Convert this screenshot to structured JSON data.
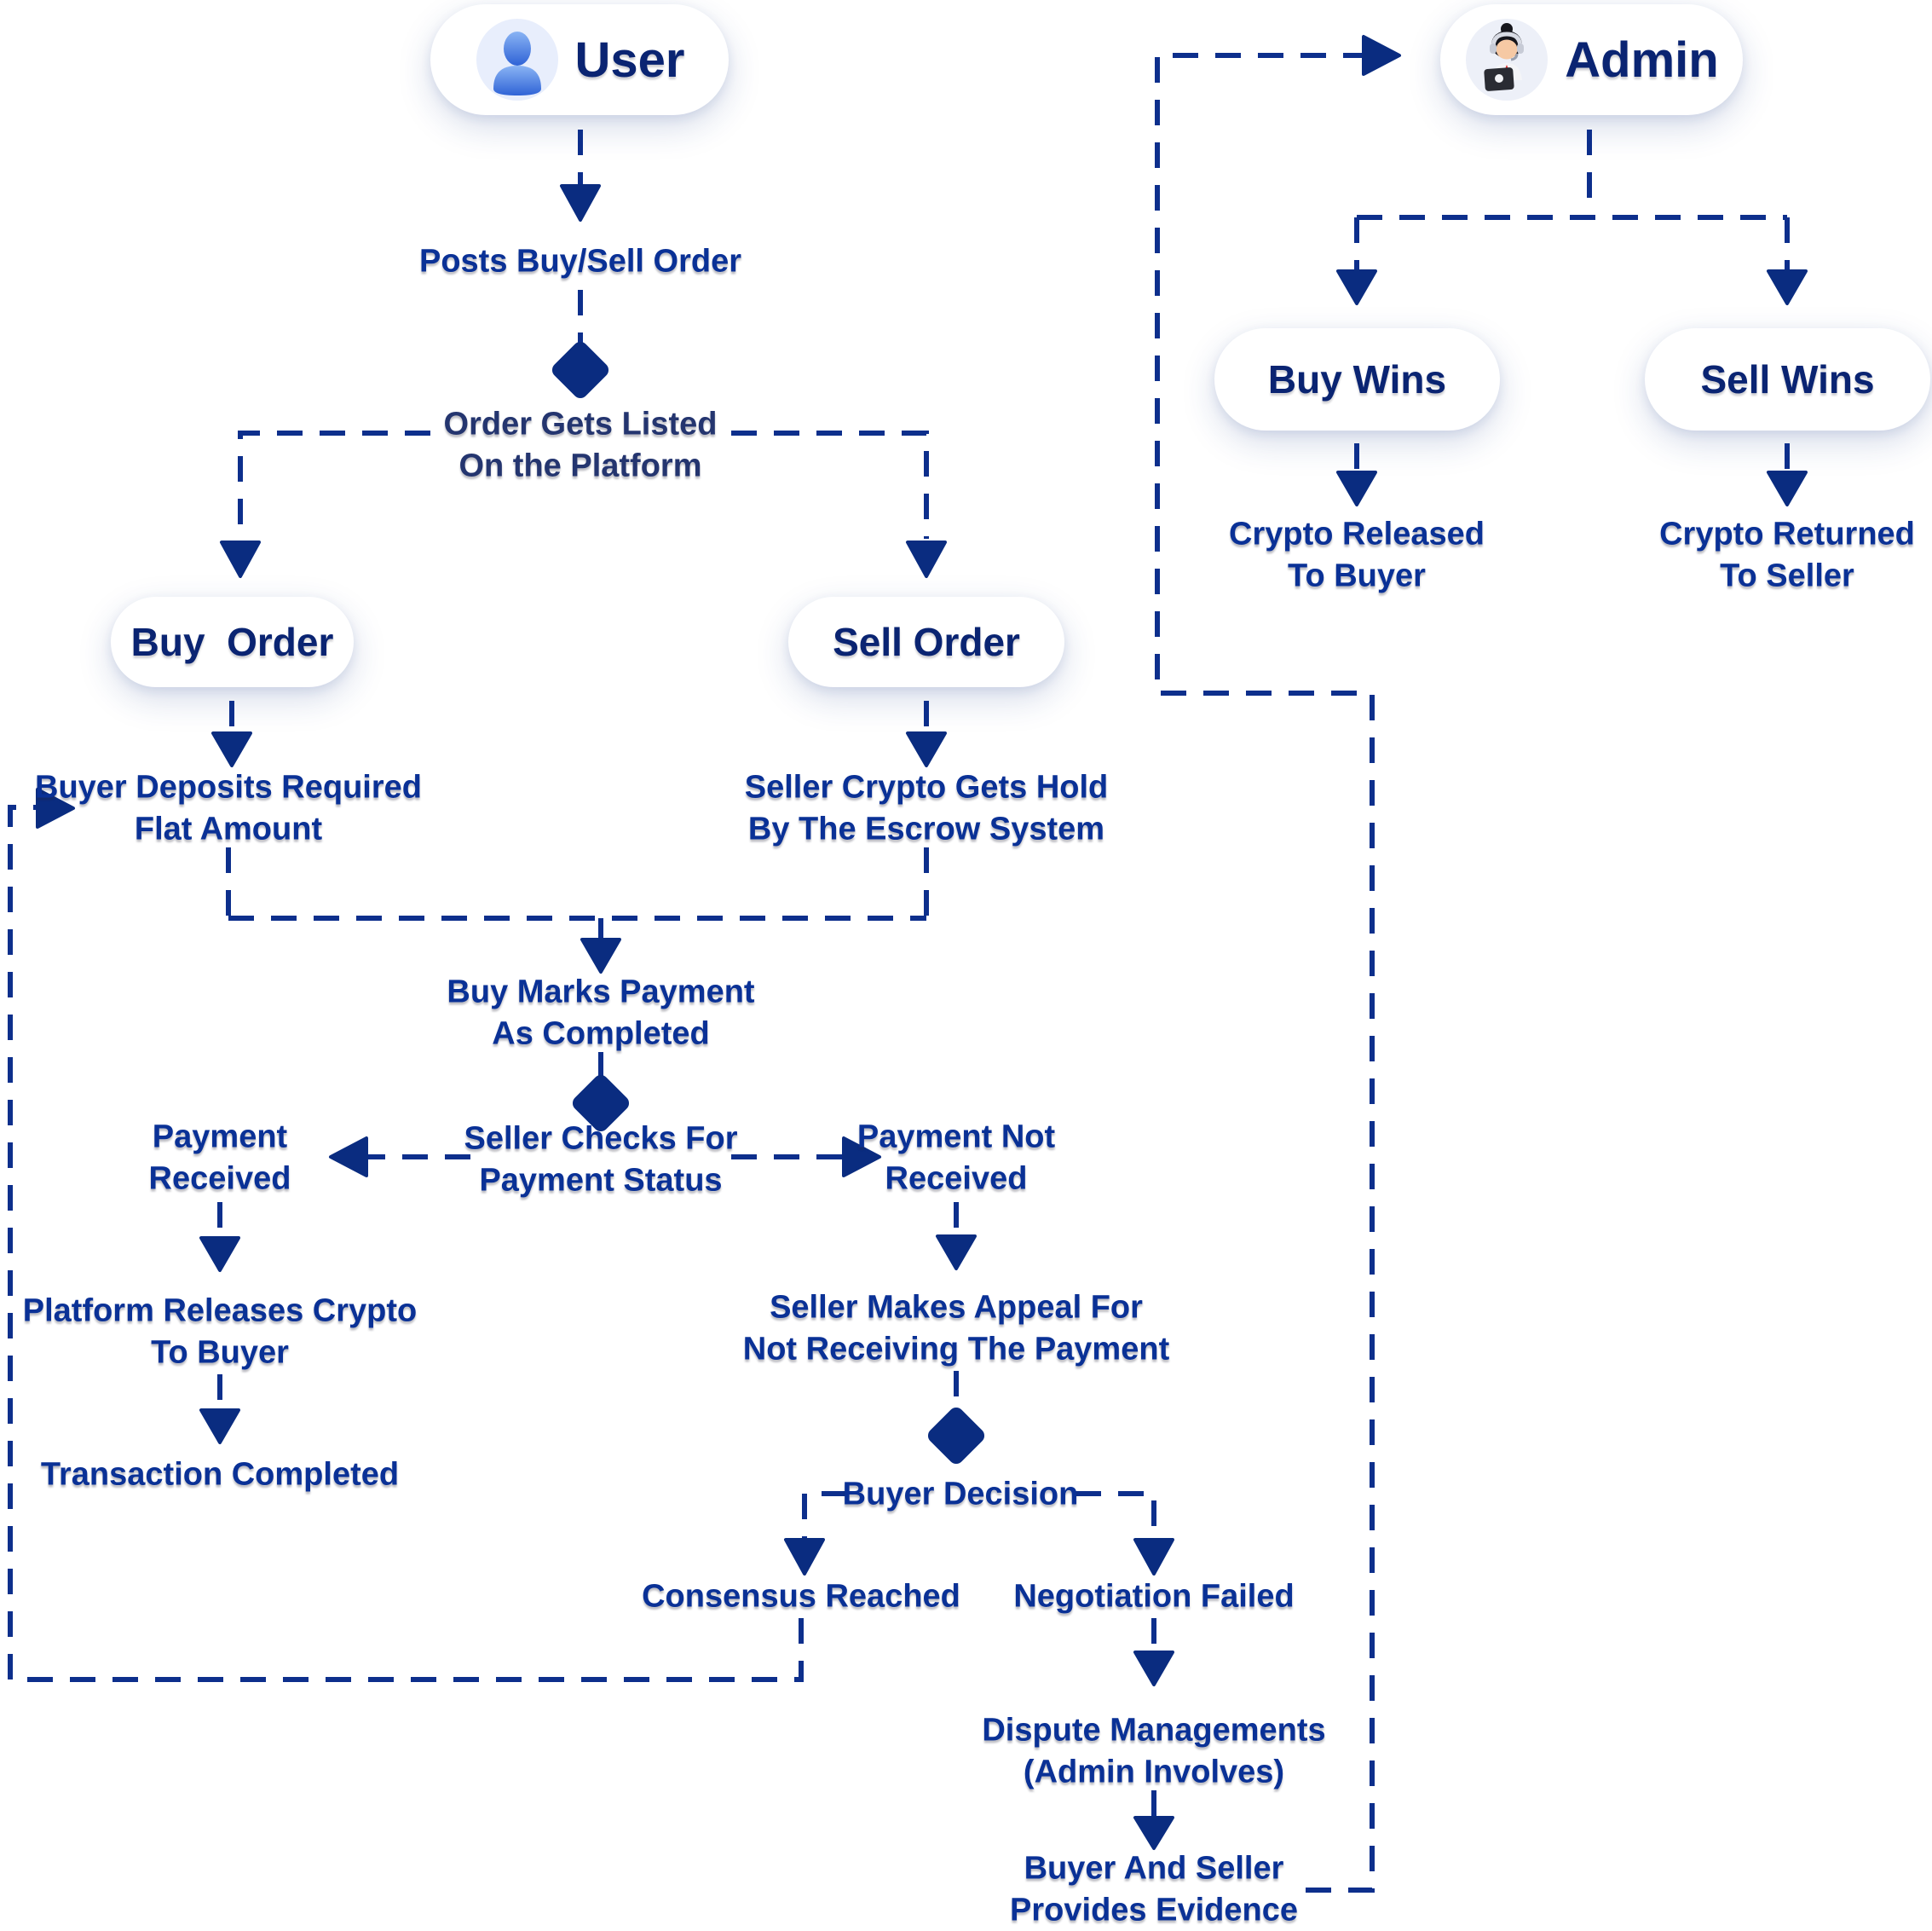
{
  "title": "P2P Crypto Exchange Buy/Sell Order Flow",
  "colors": {
    "background": "#ffffff",
    "label_blue": "#0a3196",
    "label_dark_navy": "#24356f",
    "node_text": "#0a2472",
    "line": "#0d2f8c",
    "arrow": "#0a2c80",
    "user_icon_blue": "#3f77e8",
    "admin_tie_red": "#e02b2b"
  },
  "icons": [
    {
      "name": "user-icon",
      "meaning": "person avatar"
    },
    {
      "name": "admin-icon",
      "meaning": "support agent with headset and laptop"
    }
  ],
  "nodes": {
    "user": "User",
    "admin": "Admin",
    "buy_order": "Buy  Order",
    "sell_order": "Sell Order",
    "buy_wins": "Buy Wins",
    "sell_wins": "Sell Wins"
  },
  "labels": {
    "posts_order": "Posts Buy/Sell Order",
    "order_listed": [
      "Order Gets Listed",
      "On the Platform"
    ],
    "buyer_deposits": [
      "Buyer Deposits Required",
      "Flat Amount"
    ],
    "seller_escrow": [
      "Seller Crypto Gets Hold",
      "By The Escrow System"
    ],
    "buy_marks": [
      "Buy Marks Payment",
      "As Completed"
    ],
    "seller_checks": [
      "Seller Checks For",
      "Payment Status"
    ],
    "payment_received": [
      "Payment",
      "Received"
    ],
    "payment_not_received": [
      "Payment Not",
      "Received"
    ],
    "platform_releases": [
      "Platform Releases Crypto",
      "To Buyer"
    ],
    "transaction_completed": "Transaction Completed",
    "seller_appeal": [
      "Seller Makes Appeal For",
      "Not Receiving The Payment"
    ],
    "buyer_decision": "Buyer Decision",
    "consensus": "Consensus Reached",
    "negotiation": "Negotiation Failed",
    "dispute": [
      "Dispute Managements",
      "(Admin Involves)"
    ],
    "evidence": [
      "Buyer And Seller",
      "Provides Evidence"
    ],
    "crypto_released": [
      "Crypto Released",
      "To Buyer"
    ],
    "crypto_returned": [
      "Crypto Returned",
      "To Seller"
    ]
  }
}
